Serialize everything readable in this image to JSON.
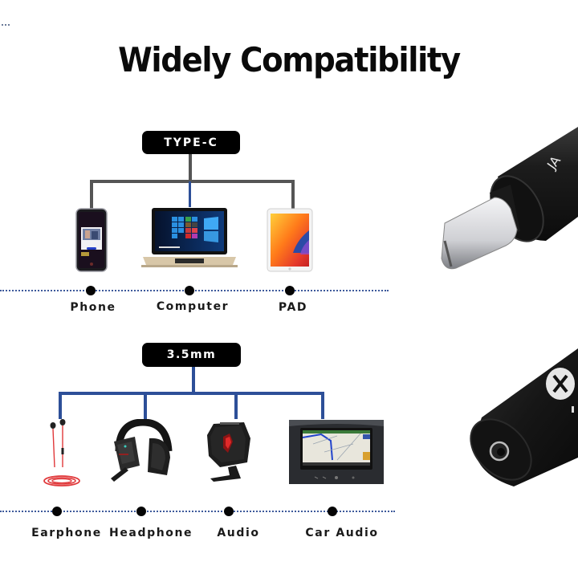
{
  "title": "Widely Compatibility",
  "colors": {
    "pill_bg": "#000000",
    "typec_branch_line": "#555555",
    "typec_center_line": "#2d4f98",
    "audio_branch_line": "#2d4f98",
    "dotted_line": "#3d5a9b",
    "node": "#050505"
  },
  "typec_section": {
    "header": "TYPE-C",
    "devices": [
      {
        "label": "Phone",
        "icon": "smartphone-icon"
      },
      {
        "label": "Computer",
        "icon": "laptop-icon"
      },
      {
        "label": "PAD",
        "icon": "tablet-icon"
      }
    ]
  },
  "audio_section": {
    "header": "3.5mm",
    "devices": [
      {
        "label": "Earphone",
        "icon": "earphone-icon"
      },
      {
        "label": "Headphone",
        "icon": "headphone-icon"
      },
      {
        "label": "Audio",
        "icon": "speaker-icon"
      },
      {
        "label": "Car Audio",
        "icon": "car-navigation-icon"
      }
    ]
  },
  "product": {
    "usb_c_plug_text": "JA",
    "jack_end_logo": "X"
  }
}
